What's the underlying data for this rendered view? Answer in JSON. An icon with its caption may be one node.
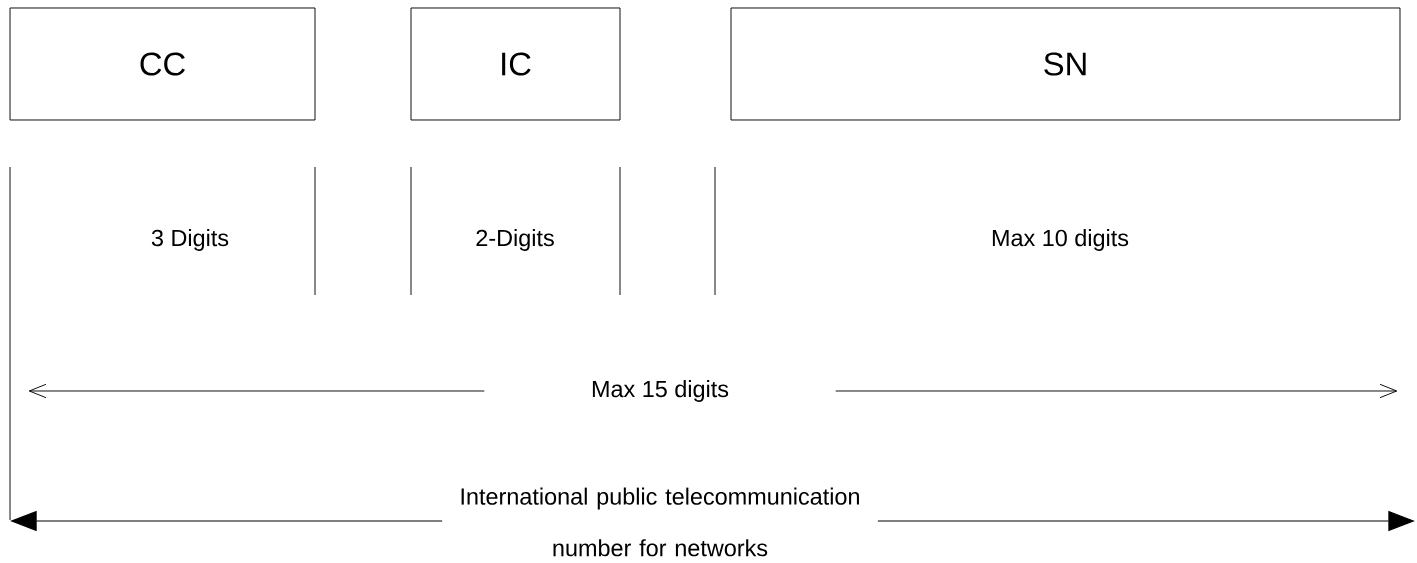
{
  "diagram": {
    "nodes": [
      {
        "text": [
          "CC"
        ]
      },
      {
        "text": [
          "IC"
        ]
      },
      {
        "text": [
          "SN"
        ]
      }
    ],
    "labels": [
      "3 Digits",
      "2-Digits",
      "Max 10 digits",
      "Max 15 digits",
      "International public telecommunication number for networks"
    ]
  }
}
